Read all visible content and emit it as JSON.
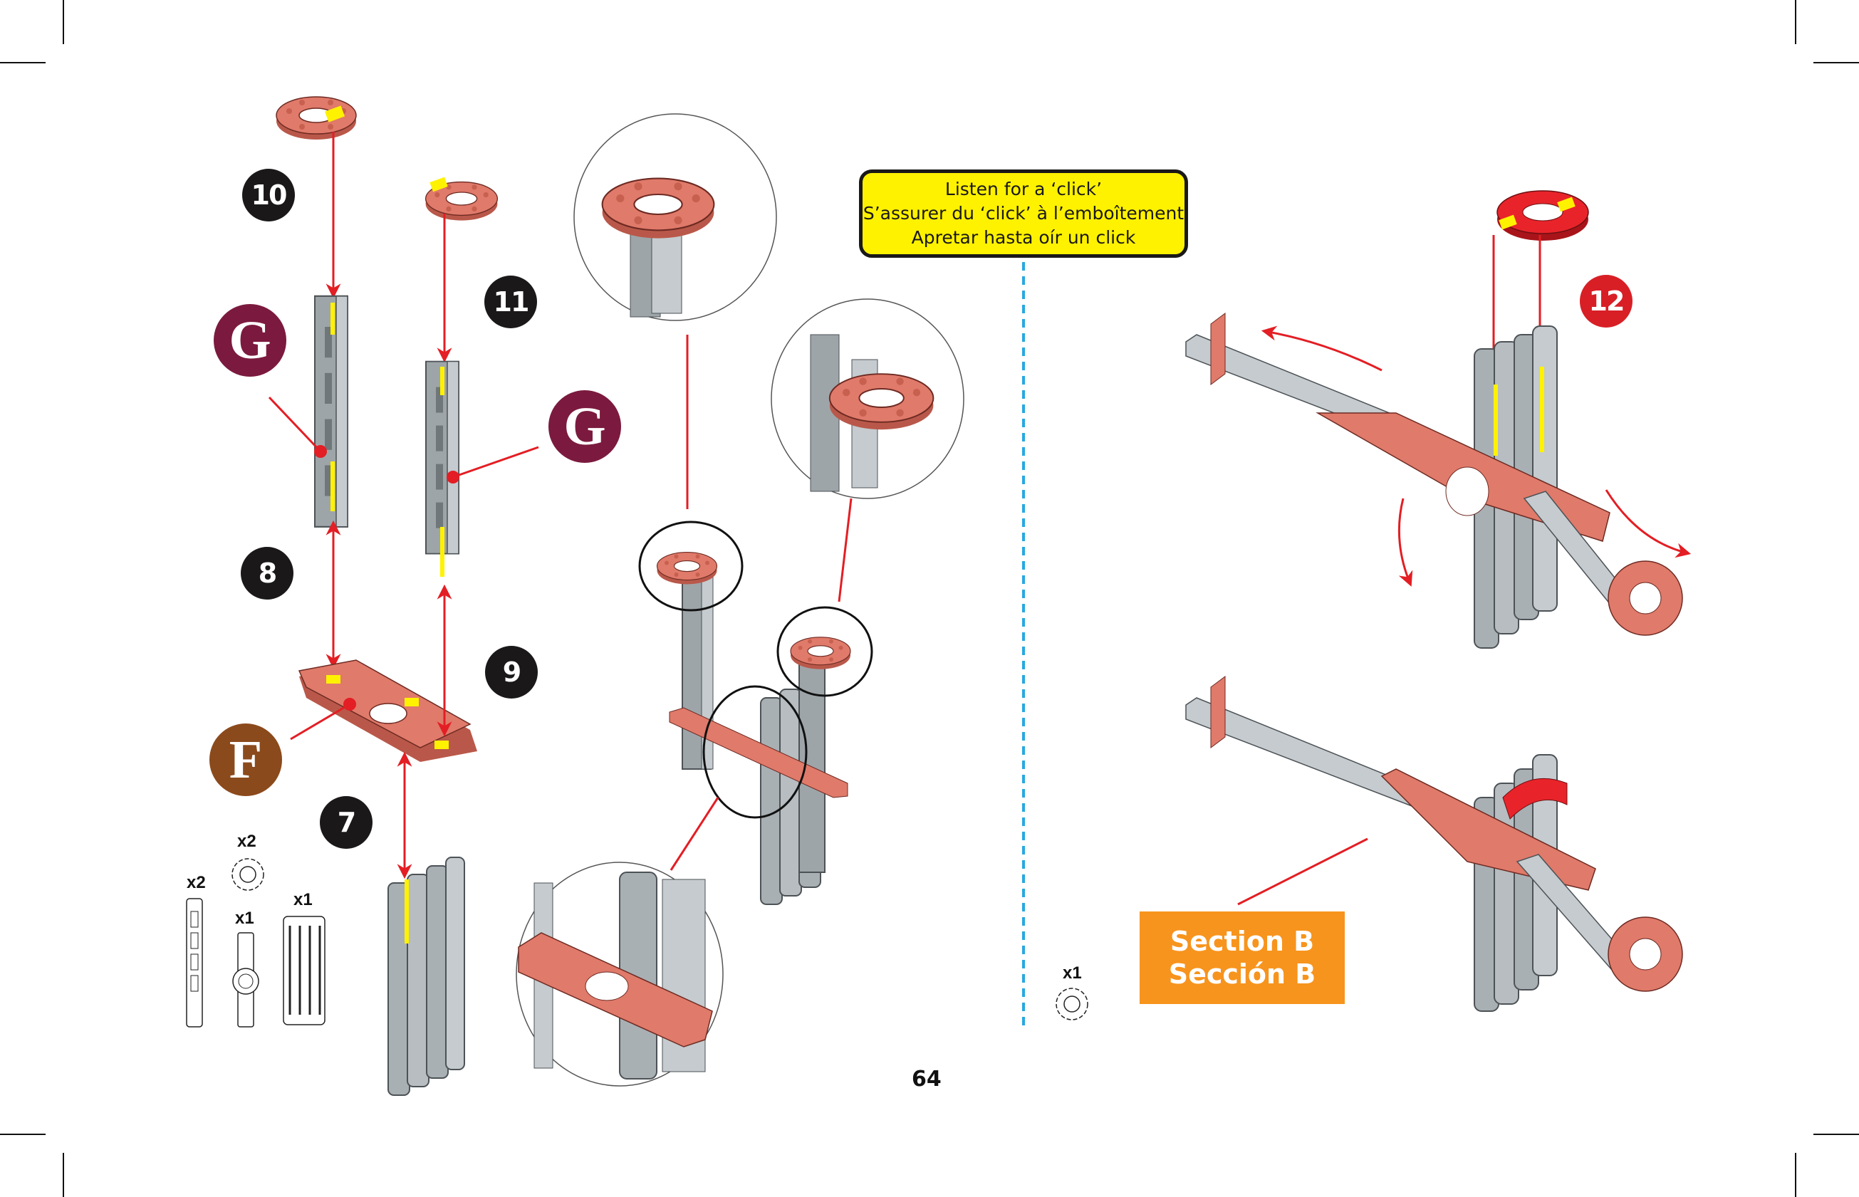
{
  "page": {
    "page_number": "64",
    "colors": {
      "step_badge": "#1a1818",
      "step_badge_highlight": "#d81f26",
      "part_g": "#7b1a3e",
      "part_f": "#8b4a1c",
      "arrow": "#e31e24",
      "piece_salmon": "#e07a6a",
      "piece_red": "#e8242a",
      "piece_grey": "#a9b0b4",
      "marker_yellow": "#fff200",
      "divider": "#29a8e0",
      "section_bg": "#f7941d"
    }
  },
  "steps": [
    {
      "label": "10"
    },
    {
      "label": "11"
    },
    {
      "label": "8"
    },
    {
      "label": "9"
    },
    {
      "label": "7"
    },
    {
      "label": "12"
    }
  ],
  "part_labels": [
    {
      "letter": "G"
    },
    {
      "letter": "G"
    },
    {
      "letter": "F"
    }
  ],
  "parts_list_left": [
    {
      "qty": "x2",
      "part": "long-strip"
    },
    {
      "qty": "x2",
      "part": "gear-ring"
    },
    {
      "qty": "x1",
      "part": "hub-strip"
    },
    {
      "qty": "x1",
      "part": "quad-panel"
    }
  ],
  "parts_list_right": [
    {
      "qty": "x1",
      "part": "gear-ring"
    }
  ],
  "note": {
    "lines": [
      "Listen for a ‘click’",
      "S’assurer du ‘click’ à l’emboîtement",
      "Apretar hasta oír un click"
    ]
  },
  "section": {
    "line1": "Section B",
    "line2": "Sección B"
  }
}
